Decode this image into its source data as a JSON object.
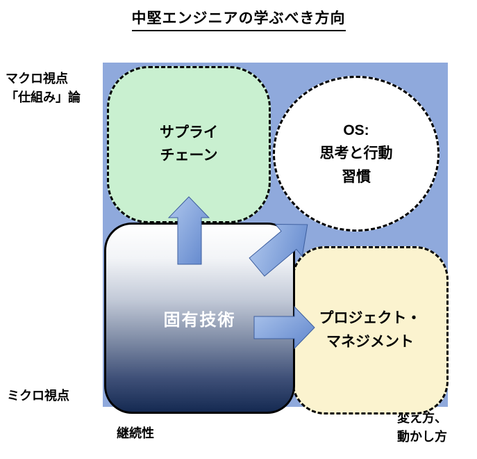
{
  "title": "中堅エンジニアの学ぶべき方向",
  "axis_labels": {
    "top_left": [
      "マクロ視点",
      "「仕組み」論"
    ],
    "bottom_left": "ミクロ視点",
    "bottom_center": "継続性",
    "bottom_right": [
      "変え方、",
      "動かし方"
    ]
  },
  "nodes": {
    "supply_chain": {
      "lines": [
        "サプライ",
        "チェーン"
      ],
      "fill": "#C9F0D0"
    },
    "os_mindset": {
      "lines": [
        "OS:",
        "思考と行動",
        "習慣"
      ],
      "fill": "#FFFFFF"
    },
    "core_technology": {
      "label": "固有技術",
      "fill_top": "#FFFFFF",
      "fill_bottom": "#152A52"
    },
    "project_management": {
      "lines": [
        "プロジェクト・",
        "マネジメント"
      ],
      "fill": "#FBF3CF"
    }
  },
  "colors": {
    "quadrant_background": "#8FA9DC",
    "arrow": "#6F93D4",
    "node_border": "#000000"
  },
  "arrows": [
    {
      "name": "core-to-supply-chain",
      "direction": "up"
    },
    {
      "name": "core-to-os",
      "direction": "up-right"
    },
    {
      "name": "core-to-project-management",
      "direction": "right"
    }
  ]
}
